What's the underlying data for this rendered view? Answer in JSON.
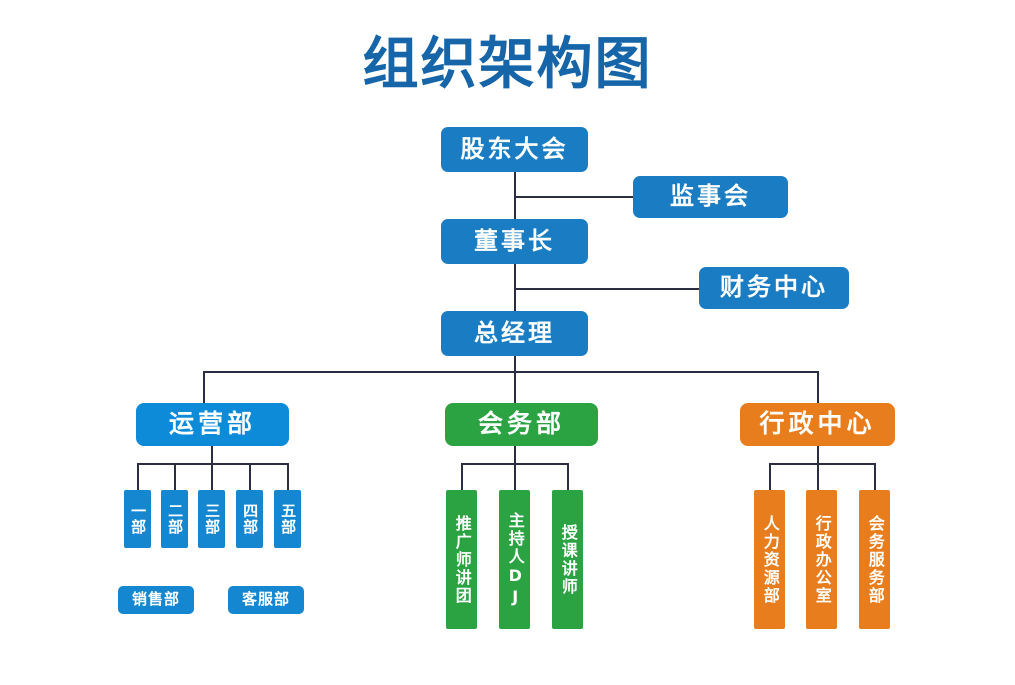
{
  "title": "组织架构图",
  "colors": {
    "title": "#1565a8",
    "top_box": "#1a7dc4",
    "dept_blue": "#0d8ad8",
    "dept_green": "#2ba342",
    "dept_orange": "#e87d1e",
    "leaf_blue": "#1487d0",
    "connector": "#2b2d42",
    "background": "#ffffff"
  },
  "chart_data": {
    "type": "diagram",
    "diagram_type": "organizational-chart",
    "title": "组织架构图",
    "nodes": [
      {
        "id": "shareholders",
        "label": "股东大会",
        "level": 0,
        "color": "#1a7dc4"
      },
      {
        "id": "supervisors",
        "label": "监事会",
        "level": 0,
        "color": "#1a7dc4"
      },
      {
        "id": "chairman",
        "label": "董事长",
        "level": 1,
        "color": "#1a7dc4"
      },
      {
        "id": "finance",
        "label": "财务中心",
        "level": 1,
        "color": "#1a7dc4"
      },
      {
        "id": "gm",
        "label": "总经理",
        "level": 2,
        "color": "#1a7dc4"
      },
      {
        "id": "ops",
        "label": "运营部",
        "level": 3,
        "color": "#0d8ad8"
      },
      {
        "id": "conf",
        "label": "会务部",
        "level": 3,
        "color": "#2ba342"
      },
      {
        "id": "admin",
        "label": "行政中心",
        "level": 3,
        "color": "#e87d1e"
      },
      {
        "id": "ops1",
        "label": "一部",
        "level": 4,
        "color": "#1487d0"
      },
      {
        "id": "ops2",
        "label": "二部",
        "level": 4,
        "color": "#1487d0"
      },
      {
        "id": "ops3",
        "label": "三部",
        "level": 4,
        "color": "#1487d0"
      },
      {
        "id": "ops4",
        "label": "四部",
        "level": 4,
        "color": "#1487d0"
      },
      {
        "id": "ops5",
        "label": "五部",
        "level": 4,
        "color": "#1487d0"
      },
      {
        "id": "sales",
        "label": "销售部",
        "level": 5,
        "color": "#1487d0"
      },
      {
        "id": "cs",
        "label": "客服部",
        "level": 5,
        "color": "#1487d0"
      },
      {
        "id": "promo",
        "label": "推广师讲团",
        "level": 4,
        "color": "#2ba342"
      },
      {
        "id": "dj",
        "label": "主持人DJ",
        "level": 4,
        "color": "#2ba342"
      },
      {
        "id": "teach",
        "label": "授课讲师",
        "level": 4,
        "color": "#2ba342"
      },
      {
        "id": "hr",
        "label": "人力资源部",
        "level": 4,
        "color": "#e87d1e"
      },
      {
        "id": "office",
        "label": "行政办公室",
        "level": 4,
        "color": "#e87d1e"
      },
      {
        "id": "cserv",
        "label": "会务服务部",
        "level": 4,
        "color": "#e87d1e"
      }
    ],
    "edges": [
      {
        "from": "shareholders",
        "to": "supervisors"
      },
      {
        "from": "shareholders",
        "to": "chairman"
      },
      {
        "from": "chairman",
        "to": "finance"
      },
      {
        "from": "chairman",
        "to": "gm"
      },
      {
        "from": "gm",
        "to": "ops"
      },
      {
        "from": "gm",
        "to": "conf"
      },
      {
        "from": "gm",
        "to": "admin"
      },
      {
        "from": "ops",
        "to": "ops1"
      },
      {
        "from": "ops",
        "to": "ops2"
      },
      {
        "from": "ops",
        "to": "ops3"
      },
      {
        "from": "ops",
        "to": "ops4"
      },
      {
        "from": "ops",
        "to": "ops5"
      },
      {
        "from": "conf",
        "to": "promo"
      },
      {
        "from": "conf",
        "to": "dj"
      },
      {
        "from": "conf",
        "to": "teach"
      },
      {
        "from": "admin",
        "to": "hr"
      },
      {
        "from": "admin",
        "to": "office"
      },
      {
        "from": "admin",
        "to": "cserv"
      }
    ]
  },
  "tier_top": {
    "shareholders": "股东大会",
    "supervisors": "监事会",
    "chairman": "董事长",
    "finance": "财务中心",
    "general_manager": "总经理"
  },
  "departments": {
    "operations": "运营部",
    "conference": "会务部",
    "administration": "行政中心"
  },
  "operations_units": [
    {
      "label": "一部"
    },
    {
      "label": "二部"
    },
    {
      "label": "三部"
    },
    {
      "label": "四部"
    },
    {
      "label": "五部"
    }
  ],
  "operations_extra": [
    {
      "label": "销售部"
    },
    {
      "label": "客服部"
    }
  ],
  "conference_units": [
    {
      "label": "推广师讲团"
    },
    {
      "label": "主持人DJ"
    },
    {
      "label": "授课讲师"
    }
  ],
  "administration_units": [
    {
      "label": "人力资源部"
    },
    {
      "label": "行政办公室"
    },
    {
      "label": "会务服务部"
    }
  ]
}
